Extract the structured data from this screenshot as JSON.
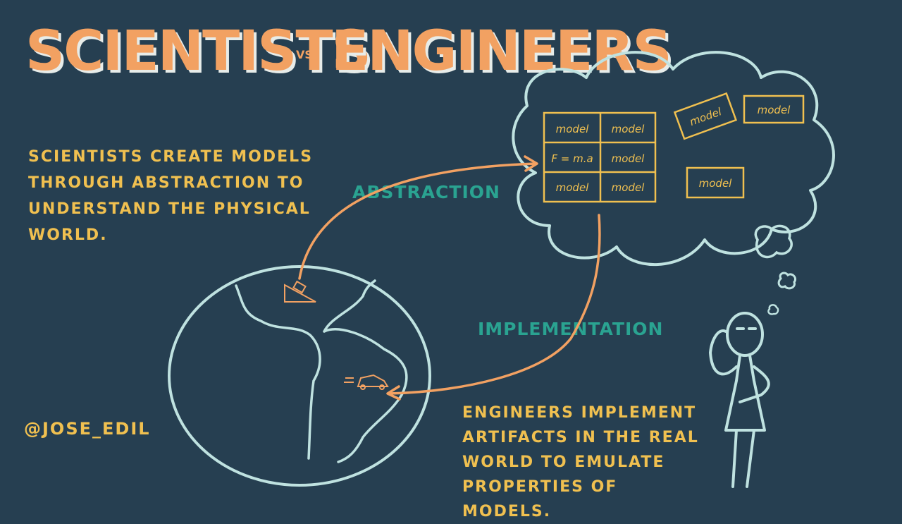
{
  "title": {
    "left": "SCIENTISTS",
    "vs": "VS.",
    "right": "ENGINEERS"
  },
  "scientists_text": "SCIENTISTS CREATE MODELS THROUGH ABSTRACTION TO UNDERSTAND THE PHYSICAL WORLD.",
  "engineers_text": "ENGINEERS IMPLEMENT ARTIFACTS IN THE REAL WORLD TO EMULATE PROPERTIES OF MODELS.",
  "labels": {
    "abstraction": "ABSTRACTION",
    "implementation": "IMPLEMENTATION"
  },
  "handle": "@JOSE_EDIL",
  "puzzle": {
    "grid": [
      "model",
      "model",
      "F = m.a",
      "model",
      "model",
      "model"
    ],
    "loose": [
      "model",
      "model",
      "model"
    ]
  },
  "colors": {
    "background": "#263f51",
    "orange": "#f2a162",
    "yellow": "#f0c050",
    "teal": "#2aa391",
    "chalk": "#bfe2e0"
  }
}
